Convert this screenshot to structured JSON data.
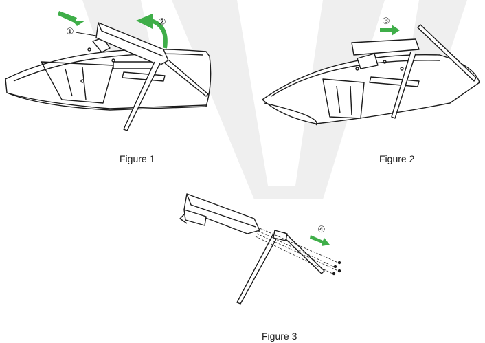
{
  "colors": {
    "arrow": "#3fae49",
    "line": "#1b1b1b",
    "watermark": "#efefef"
  },
  "figures": [
    {
      "caption": "Figure 1",
      "steps": [
        "①",
        "②"
      ]
    },
    {
      "caption": "Figure 2",
      "steps": [
        "③"
      ]
    },
    {
      "caption": "Figure 3",
      "steps": [
        "④"
      ]
    }
  ]
}
